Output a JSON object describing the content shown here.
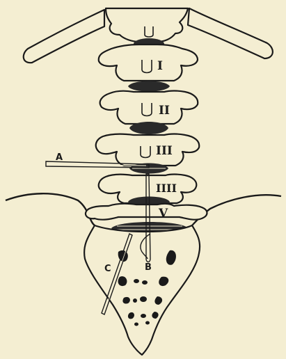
{
  "labels": {
    "vertebra_1": "I",
    "vertebra_2": "II",
    "vertebra_3": "III",
    "vertebra_4": "IIII",
    "vertebra_5": "V",
    "needle_a": "A",
    "needle_b": "B",
    "needle_c": "C"
  },
  "colors": {
    "paper": "#f4eed2",
    "ink": "#1a1a1a"
  }
}
